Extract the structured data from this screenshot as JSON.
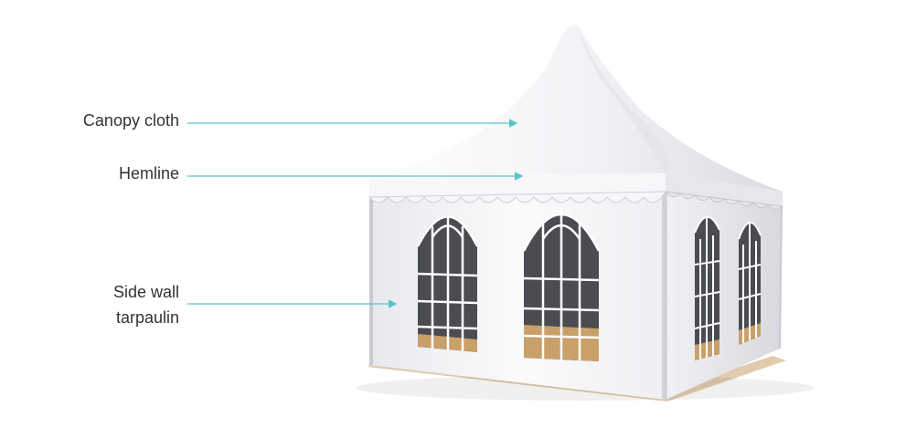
{
  "labels": {
    "canopy": "Canopy cloth",
    "hemline": "Hemline",
    "side_wall_line1": "Side wall",
    "side_wall_line2": "tarpaulin"
  },
  "colors": {
    "leader_line": "#5bc2cc",
    "fabric": "#f4f4f6",
    "fabric_shadow": "#dcdde2",
    "interior": "#4a4c52",
    "floor": "#c9a06a"
  }
}
